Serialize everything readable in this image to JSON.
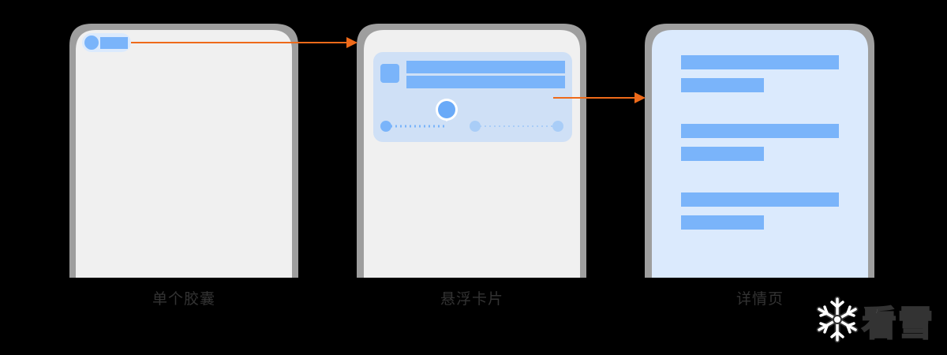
{
  "captions": {
    "phone1": "单个胶囊",
    "phone2": "悬浮卡片",
    "phone3": "详情页"
  },
  "watermark": {
    "text": "看雪",
    "icon": "snowflake-icon"
  },
  "colors": {
    "background": "#000000",
    "phone_frame": "#9e9e9e",
    "phone_screen": "#f0f0f0",
    "detail_screen": "#dbeafd",
    "card_bg": "#cfe0f6",
    "accent_blue": "#7ab4fa",
    "arrow": "#ee6a1a",
    "caption": "#333333"
  }
}
